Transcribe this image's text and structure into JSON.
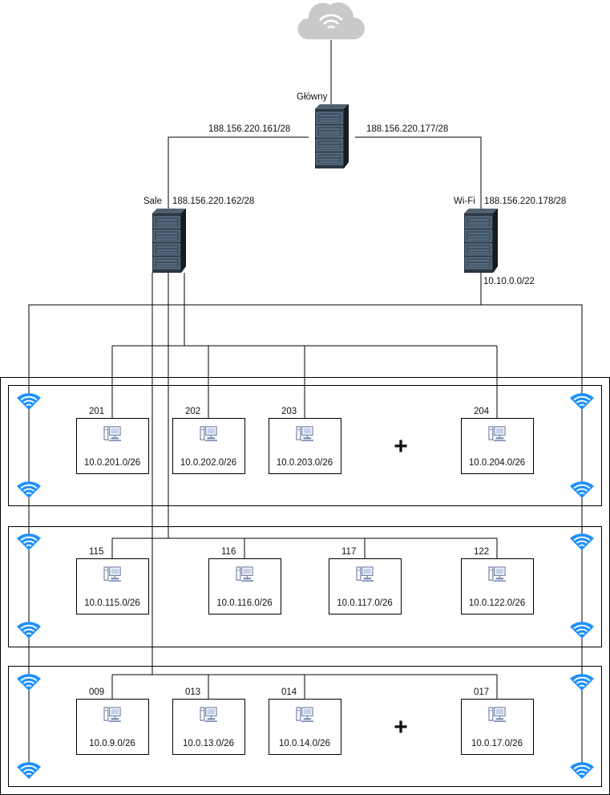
{
  "colors": {
    "line": "#000000",
    "cloud": "#c9c9c9",
    "wifi": "#1e90ff",
    "server_dark": "#1d2731",
    "server_light": "#5b7387",
    "pc_icon": "#6d7fa6"
  },
  "icons": {
    "cloud": "cloud-icon",
    "server": "server-rack-icon",
    "wifi": "wifi-icon",
    "computer": "computer-icon"
  },
  "routers": {
    "main": {
      "name": "Główny",
      "ip_left": "188.156.220.161/28",
      "ip_right": "188.156.220.177/28"
    },
    "sale": {
      "name": "Sale",
      "ip": "188.156.220.162/28"
    },
    "wifi": {
      "name": "Wi-Fi",
      "ip": "188.156.220.178/28",
      "subnet": "10.10.0.0/22"
    }
  },
  "floors": [
    {
      "plus": "+",
      "rooms": [
        {
          "id": "201",
          "subnet": "10.0.201.0/26"
        },
        {
          "id": "202",
          "subnet": "10.0.202.0/26"
        },
        {
          "id": "203",
          "subnet": "10.0.203.0/26"
        },
        {
          "id": "204",
          "subnet": "10.0.204.0/26"
        }
      ]
    },
    {
      "plus": "",
      "rooms": [
        {
          "id": "115",
          "subnet": "10.0.115.0/26"
        },
        {
          "id": "116",
          "subnet": "10.0.116.0/26"
        },
        {
          "id": "117",
          "subnet": "10.0.117.0/26"
        },
        {
          "id": "122",
          "subnet": "10.0.122.0/26"
        }
      ]
    },
    {
      "plus": "+",
      "rooms": [
        {
          "id": "009",
          "subnet": "10.0.9.0/26"
        },
        {
          "id": "013",
          "subnet": "10.0.13.0/26"
        },
        {
          "id": "014",
          "subnet": "10.0.14.0/26"
        },
        {
          "id": "017",
          "subnet": "10.0.17.0/26"
        }
      ]
    }
  ]
}
